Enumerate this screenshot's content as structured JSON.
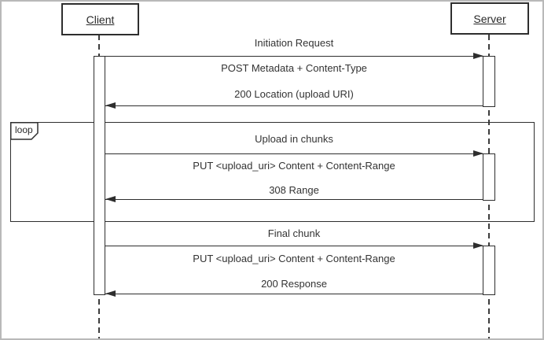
{
  "diagram": {
    "type": "uml-sequence-diagram",
    "actors": [
      {
        "id": "client",
        "label": "Client"
      },
      {
        "id": "server",
        "label": "Server"
      }
    ],
    "loop_label": "loop",
    "sections": [
      {
        "title": "Initiation Request",
        "request": "POST Metadata + Content-Type",
        "response": "200 Location (upload URI)",
        "in_loop": false
      },
      {
        "title": "Upload in chunks",
        "request": "PUT <upload_uri> Content + Content-Range",
        "response": "308 Range",
        "in_loop": true
      },
      {
        "title": "Final chunk",
        "request": "PUT <upload_uri> Content + Content-Range",
        "response": "200 Response",
        "in_loop": false
      }
    ],
    "colors": {
      "line": "#2e2e2e",
      "text": "#333333",
      "background": "#ffffff",
      "page_border": "#b9b9b9"
    }
  }
}
